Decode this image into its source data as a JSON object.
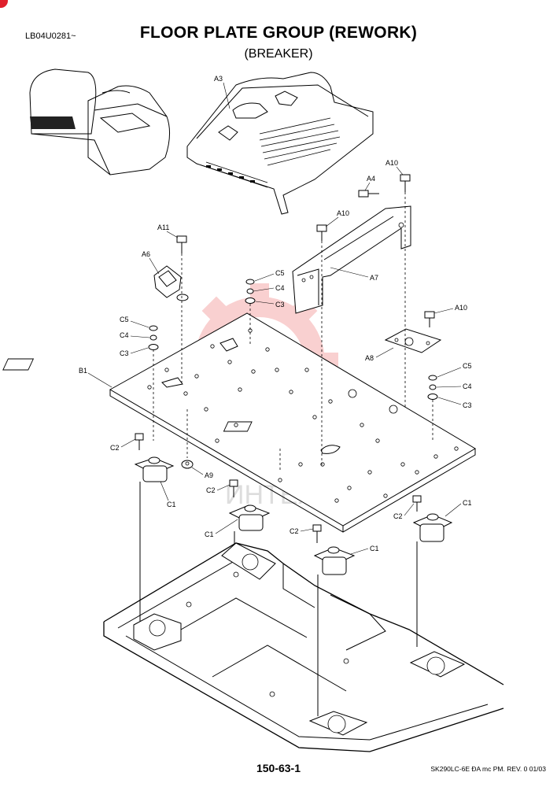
{
  "header": {
    "ref_code": "LB04U0281~",
    "title": "FLOOR PLATE GROUP (REWORK)",
    "subtitle": "(BREAKER)"
  },
  "footer": {
    "page_number": "150-63-1",
    "doc_ref": "SK290LC-6E ĐA mc PM. REV. 0 01/03"
  },
  "watermark": {
    "text": "ИНТЕХ",
    "color": "#f2a6a6"
  },
  "callouts": {
    "a3": "A3",
    "a4": "A4",
    "a6": "A6",
    "a7": "A7",
    "a8": "A8",
    "a9": "A9",
    "a10": "A10",
    "a11": "A11",
    "b1": "B1",
    "c1": "C1",
    "c2": "C2",
    "c3": "C3",
    "c4": "C4",
    "c5": "C5"
  },
  "colors": {
    "accent_badge": "#e0202c",
    "line": "#000000",
    "seat_fill": "#222222"
  }
}
